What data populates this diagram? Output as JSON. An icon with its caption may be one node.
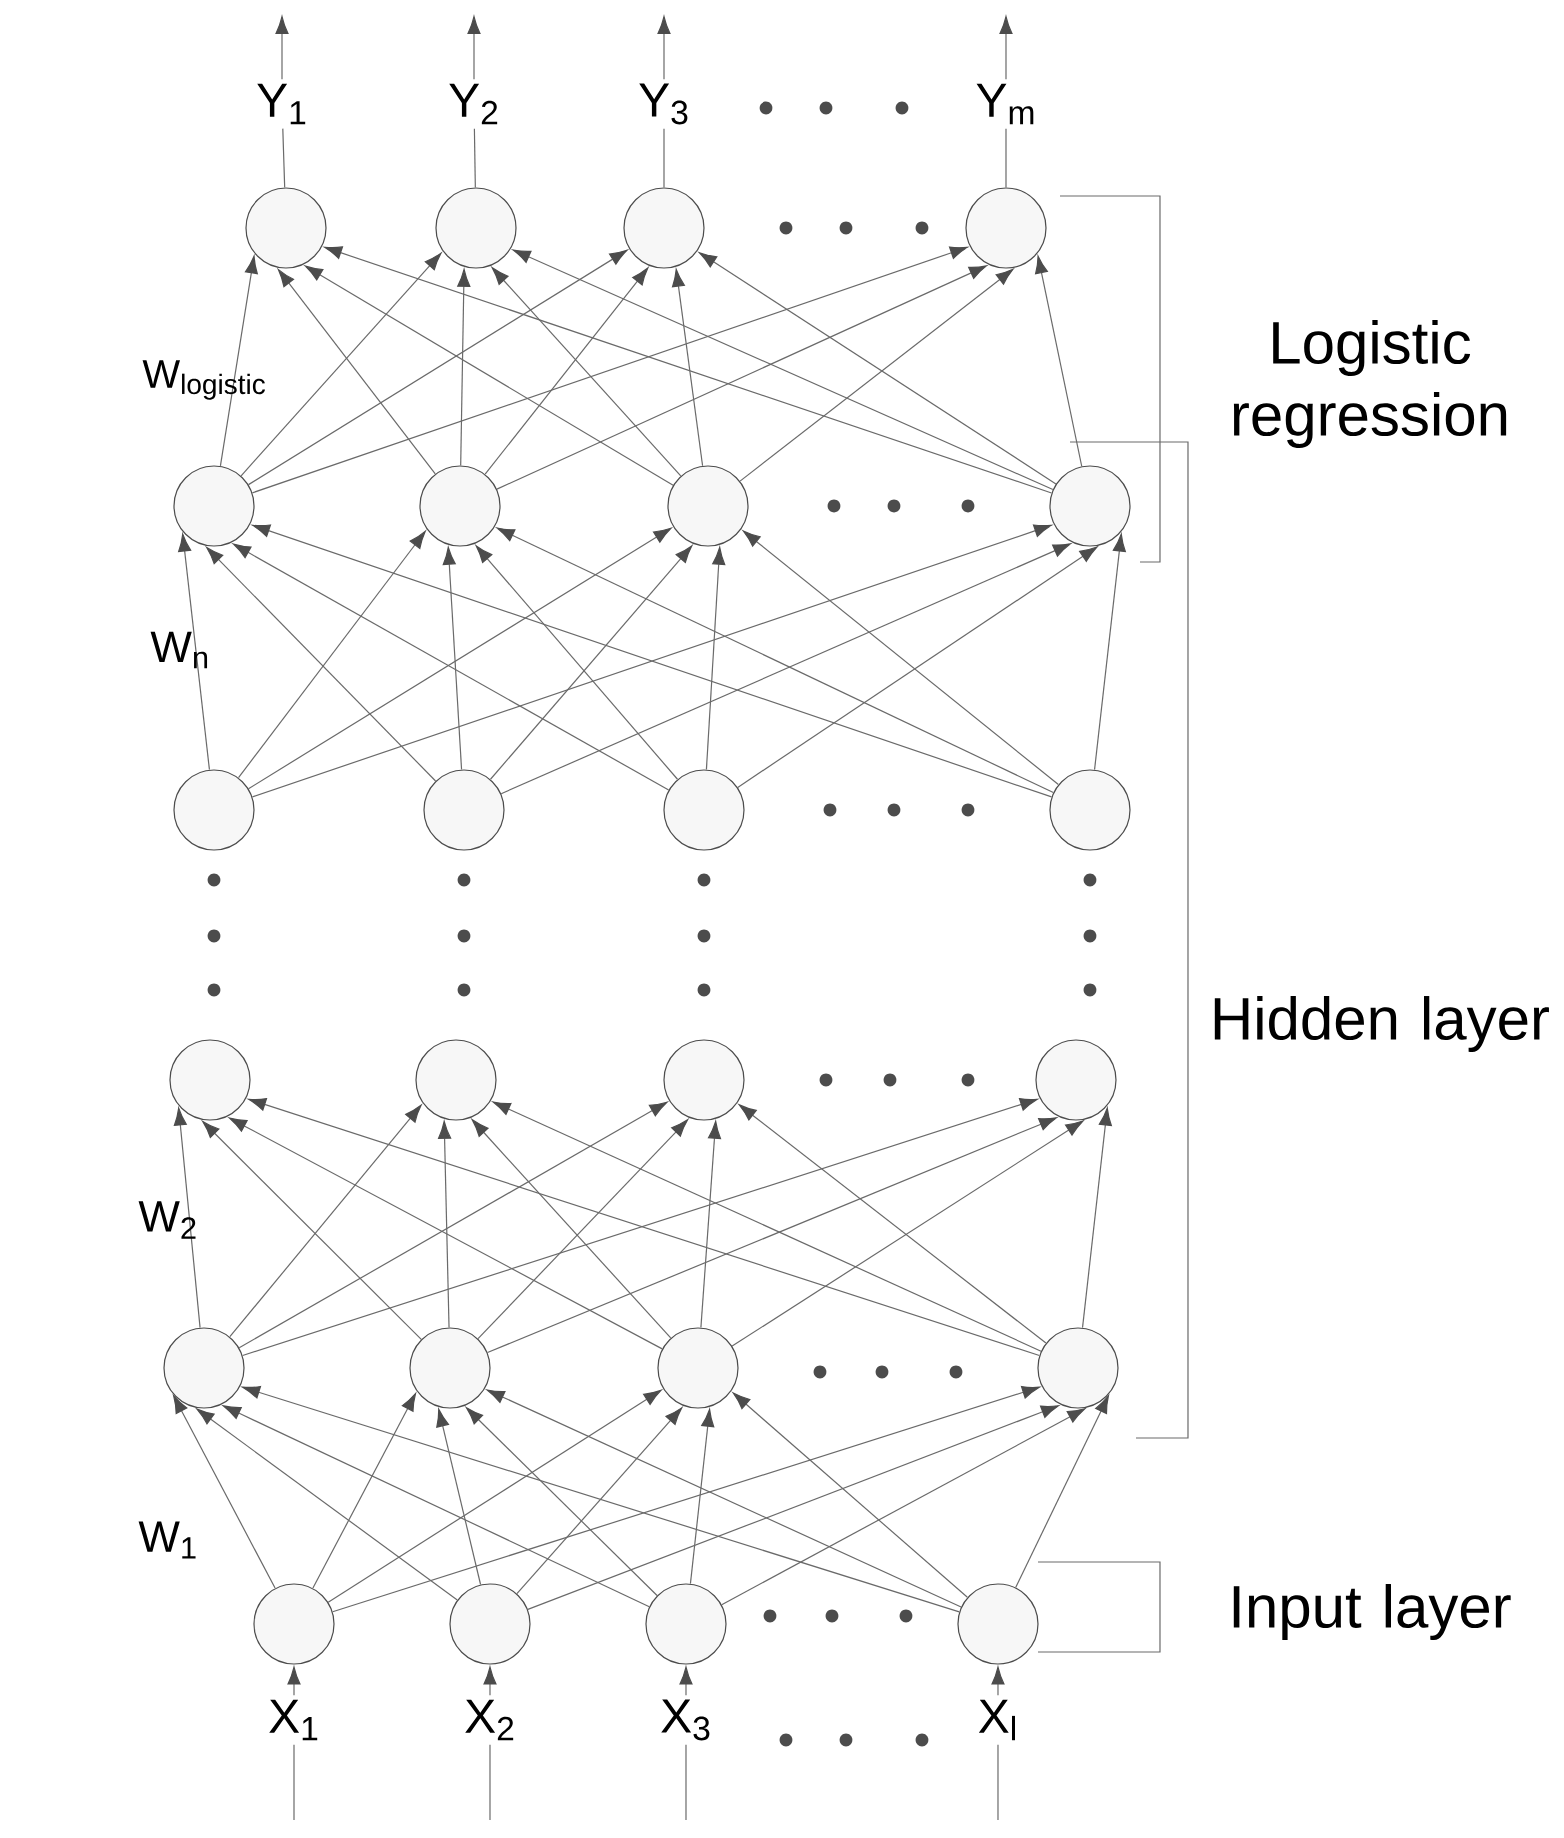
{
  "diagram": {
    "nodes": [
      {
        "text": [
          "Y$_{1}$"
        ]
      },
      {
        "text": [
          "Y$_{2}$"
        ]
      },
      {
        "text": [
          "Y$_{3}$"
        ]
      },
      {
        "text": [
          "Y$_{m}$"
        ]
      },
      {
        "text": [],
        "shape": "circle"
      },
      {
        "text": [],
        "shape": "circle"
      },
      {
        "text": [],
        "shape": "circle"
      },
      {
        "text": [],
        "shape": "circle"
      },
      {
        "text": [],
        "shape": "circle"
      },
      {
        "text": [],
        "shape": "circle"
      },
      {
        "text": [],
        "shape": "circle"
      },
      {
        "text": [],
        "shape": "circle"
      },
      {
        "text": [],
        "shape": "circle"
      },
      {
        "text": [],
        "shape": "circle"
      },
      {
        "text": [],
        "shape": "circle"
      },
      {
        "text": [],
        "shape": "circle"
      },
      {
        "text": [],
        "shape": "circle"
      },
      {
        "text": [],
        "shape": "circle"
      },
      {
        "text": [],
        "shape": "circle"
      },
      {
        "text": [],
        "shape": "circle"
      },
      {
        "text": [],
        "shape": "circle"
      },
      {
        "text": [],
        "shape": "circle"
      },
      {
        "text": [],
        "shape": "circle"
      },
      {
        "text": [],
        "shape": "circle"
      },
      {
        "text": [],
        "shape": "circle"
      },
      {
        "text": [],
        "shape": "circle"
      },
      {
        "text": [],
        "shape": "circle"
      },
      {
        "text": [],
        "shape": "circle"
      },
      {
        "text": [
          "X$_{1}$"
        ]
      },
      {
        "text": [
          "X$_{2}$"
        ]
      },
      {
        "text": [
          "X$_{3}$"
        ]
      },
      {
        "text": [
          "X$_{l}$"
        ]
      }
    ],
    "edges": [
      {
        "from": 4,
        "to": 0,
        "arrow": "none"
      },
      {
        "from": 5,
        "to": 1,
        "arrow": "none"
      },
      {
        "from": 6,
        "to": 2,
        "arrow": "none"
      },
      {
        "from": 7,
        "to": 3,
        "arrow": "none"
      },
      {
        "from": 0,
        "to": null,
        "arrow": "to"
      },
      {
        "from": 1,
        "to": null,
        "arrow": "to"
      },
      {
        "from": 2,
        "to": null,
        "arrow": "to"
      },
      {
        "from": 3,
        "to": null,
        "arrow": "to"
      },
      {
        "from": 8,
        "to": 4,
        "arrow": "to"
      },
      {
        "from": 8,
        "to": 5,
        "arrow": "to"
      },
      {
        "from": 8,
        "to": 6,
        "arrow": "to"
      },
      {
        "from": 8,
        "to": 7,
        "arrow": "to"
      },
      {
        "from": 9,
        "to": 4,
        "arrow": "to"
      },
      {
        "from": 9,
        "to": 5,
        "arrow": "to"
      },
      {
        "from": 9,
        "to": 6,
        "arrow": "to"
      },
      {
        "from": 9,
        "to": 7,
        "arrow": "to"
      },
      {
        "from": 10,
        "to": 4,
        "arrow": "to"
      },
      {
        "from": 10,
        "to": 5,
        "arrow": "to"
      },
      {
        "from": 10,
        "to": 6,
        "arrow": "to"
      },
      {
        "from": 10,
        "to": 7,
        "arrow": "to"
      },
      {
        "from": 11,
        "to": 4,
        "arrow": "to"
      },
      {
        "from": 11,
        "to": 5,
        "arrow": "to"
      },
      {
        "from": 11,
        "to": 6,
        "arrow": "to"
      },
      {
        "from": 11,
        "to": 7,
        "arrow": "to"
      },
      {
        "from": 12,
        "to": 8,
        "arrow": "to"
      },
      {
        "from": 12,
        "to": 9,
        "arrow": "to"
      },
      {
        "from": 12,
        "to": 10,
        "arrow": "to"
      },
      {
        "from": 12,
        "to": 11,
        "arrow": "to"
      },
      {
        "from": 13,
        "to": 8,
        "arrow": "to"
      },
      {
        "from": 13,
        "to": 9,
        "arrow": "to"
      },
      {
        "from": 13,
        "to": 10,
        "arrow": "to"
      },
      {
        "from": 13,
        "to": 11,
        "arrow": "to"
      },
      {
        "from": 14,
        "to": 8,
        "arrow": "to"
      },
      {
        "from": 14,
        "to": 9,
        "arrow": "to"
      },
      {
        "from": 14,
        "to": 10,
        "arrow": "to"
      },
      {
        "from": 14,
        "to": 11,
        "arrow": "to"
      },
      {
        "from": 15,
        "to": 8,
        "arrow": "to"
      },
      {
        "from": 15,
        "to": 9,
        "arrow": "to"
      },
      {
        "from": 15,
        "to": 10,
        "arrow": "to"
      },
      {
        "from": 15,
        "to": 11,
        "arrow": "to"
      },
      {
        "from": 20,
        "to": 16,
        "arrow": "to"
      },
      {
        "from": 20,
        "to": 17,
        "arrow": "to"
      },
      {
        "from": 20,
        "to": 18,
        "arrow": "to"
      },
      {
        "from": 20,
        "to": 19,
        "arrow": "to"
      },
      {
        "from": 21,
        "to": 16,
        "arrow": "to"
      },
      {
        "from": 21,
        "to": 17,
        "arrow": "to"
      },
      {
        "from": 21,
        "to": 18,
        "arrow": "to"
      },
      {
        "from": 21,
        "to": 19,
        "arrow": "to"
      },
      {
        "from": 22,
        "to": 16,
        "arrow": "to"
      },
      {
        "from": 22,
        "to": 17,
        "arrow": "to"
      },
      {
        "from": 22,
        "to": 18,
        "arrow": "to"
      },
      {
        "from": 22,
        "to": 19,
        "arrow": "to"
      },
      {
        "from": 23,
        "to": 16,
        "arrow": "to"
      },
      {
        "from": 23,
        "to": 17,
        "arrow": "to"
      },
      {
        "from": 23,
        "to": 18,
        "arrow": "to"
      },
      {
        "from": 23,
        "to": 19,
        "arrow": "to"
      },
      {
        "from": 24,
        "to": 20,
        "arrow": "to"
      },
      {
        "from": 24,
        "to": 21,
        "arrow": "to"
      },
      {
        "from": 24,
        "to": 22,
        "arrow": "to"
      },
      {
        "from": 24,
        "to": 23,
        "arrow": "to"
      },
      {
        "from": 25,
        "to": 20,
        "arrow": "to"
      },
      {
        "from": 25,
        "to": 21,
        "arrow": "to"
      },
      {
        "from": 25,
        "to": 22,
        "arrow": "to"
      },
      {
        "from": 25,
        "to": 23,
        "arrow": "to"
      },
      {
        "from": 26,
        "to": 20,
        "arrow": "to"
      },
      {
        "from": 26,
        "to": 21,
        "arrow": "to"
      },
      {
        "from": 26,
        "to": 22,
        "arrow": "to"
      },
      {
        "from": 26,
        "to": 23,
        "arrow": "to"
      },
      {
        "from": 27,
        "to": 20,
        "arrow": "to"
      },
      {
        "from": 27,
        "to": 21,
        "arrow": "to"
      },
      {
        "from": 27,
        "to": 22,
        "arrow": "to"
      },
      {
        "from": 27,
        "to": 23,
        "arrow": "to"
      },
      {
        "from": 28,
        "to": 24,
        "arrow": "to"
      },
      {
        "from": 29,
        "to": 25,
        "arrow": "to"
      },
      {
        "from": 30,
        "to": 26,
        "arrow": "to"
      },
      {
        "from": 31,
        "to": 27,
        "arrow": "to"
      },
      {
        "from": null,
        "to": 28,
        "arrow": "none"
      },
      {
        "from": null,
        "to": 29,
        "arrow": "none"
      },
      {
        "from": null,
        "to": 30,
        "arrow": "none"
      },
      {
        "from": null,
        "to": 31,
        "arrow": "none"
      }
    ],
    "labels": [
      "W$_{logistic}$",
      "Logistic regression",
      "W$_{n}$",
      "Hidden layer",
      "W$_{2}$",
      "W$_{1}$",
      "Input layer"
    ]
  }
}
